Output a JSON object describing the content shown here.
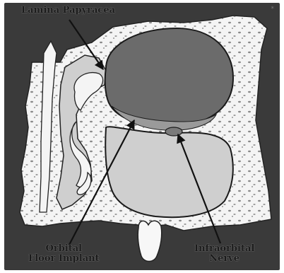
{
  "labels": {
    "lamina": "Lamina Papyracea",
    "orbital_line1": "Orbital",
    "orbital_line2": "Floor Implant",
    "infra_line1": "Infraorbital",
    "infra_line2": "Nerve"
  },
  "corner_mark": "*",
  "colors": {
    "background_dark": "#3a3a3a",
    "bone": "#f4f4f4",
    "orbit": "#6b6b6b",
    "sinus": "#cfcfcf",
    "arrow": "#111111",
    "implant": "#9a9a9a"
  }
}
